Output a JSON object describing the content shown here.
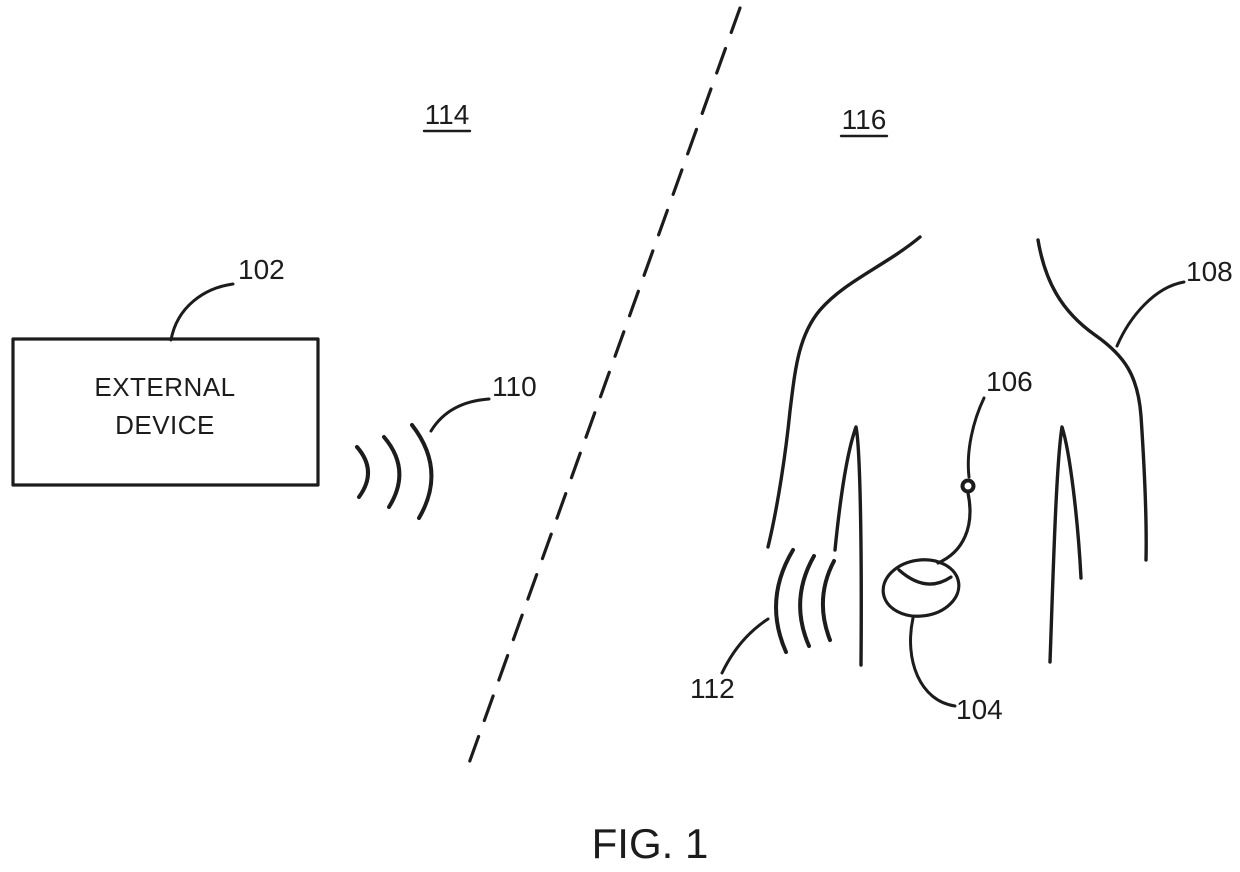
{
  "figure": {
    "caption": "FIG. 1",
    "region_left_label": "114",
    "region_right_label": "116"
  },
  "external_device": {
    "line1": "EXTERNAL",
    "line2": "DEVICE",
    "ref": "102"
  },
  "refs": {
    "telemetry_external": "110",
    "telemetry_implant": "112",
    "patient_body": "108",
    "lead": "106",
    "implant_device": "104"
  },
  "colors": {
    "line": "#1c1c1c",
    "background": "#ffffff"
  }
}
